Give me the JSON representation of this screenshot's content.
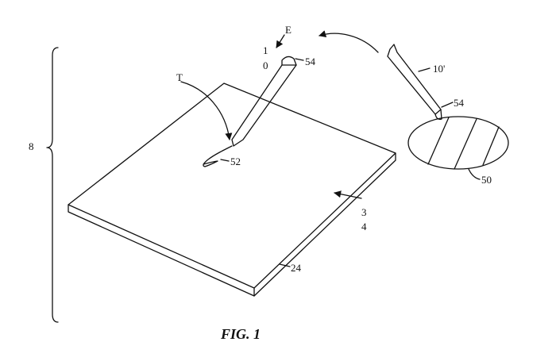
{
  "figure": {
    "caption": "FIG. 1",
    "labels": {
      "bracket": "8",
      "arrow_e": "E",
      "stylus_1": "1",
      "stylus_0": "0",
      "tip_54_top": "54",
      "stylus_alt": "10'",
      "tip_54_right": "54",
      "trace_t": "T",
      "trace_52": "52",
      "device_3": "3",
      "device_4": "4",
      "edge_24": "24",
      "pad_50": "50"
    }
  }
}
